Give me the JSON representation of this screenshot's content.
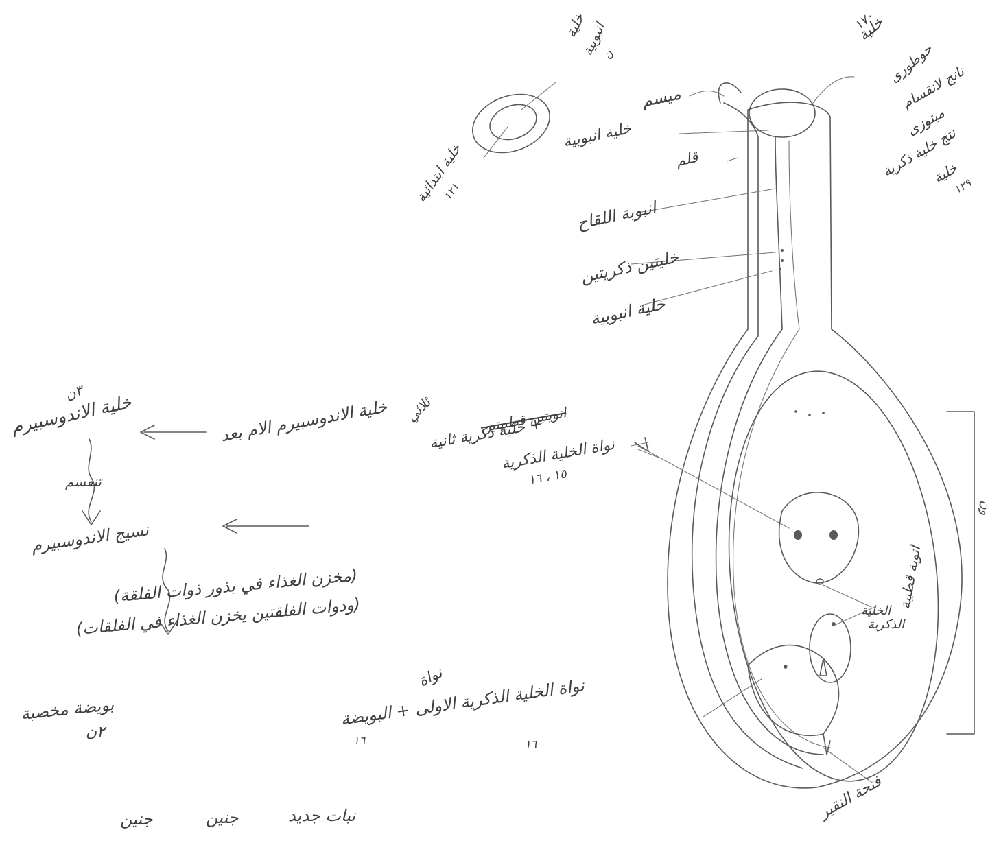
{
  "diagram": {
    "labels": {
      "polar_cell_num": "١٧٠",
      "polar_cell": "خلية",
      "polar_cell_2": "حوطورى",
      "polar_note_1": "ناتج لانقسام",
      "polar_note_2": "ميتوزى",
      "polar_note_3": "نتج خلية ذكرية",
      "polar_note_4": "خلية",
      "polar_note_num": "١٢٩",
      "tube_cell_top": "خلية",
      "tube_cell_top_2": "انبوبية",
      "tube_cell_top_num": "ن",
      "generative_cell_circle": "خلية ابتدائية",
      "generative_cell_circle_num": "١٢١",
      "stigma": "ميسم",
      "style": "قلم",
      "tube_cell": "خلية انبوبية",
      "pollen_tube": "انبوبة اللقاح",
      "male_gametes": "خليتين ذكريتين",
      "tube_nucleus": "خلية انبوبية",
      "fusion_left_title": "ثلاثي",
      "fusion_left_main": "خلية الاندوسبيرم الام بعد",
      "fusion_arrow_target": "خلية الاندوسبيرم",
      "fusion_num_top": "٣ن",
      "fusion_top_struck": "انويتين قطبيتين",
      "fusion_mid": "+ خلية ذكرية ثانية",
      "fusion_nuclei": "نواة الخلية الذكرية",
      "fusion_nums": "١٥ ، ١٦",
      "divides": "تنقسم",
      "endosperm_tissue": "نسيج الاندوسبيرم",
      "endosperm_note_1": "(مخزن الغذاء في بذور ذوات الفلقة)",
      "endosperm_note_2": "(ودوات الفلقتين يخزن الغذاء في الفلقات)",
      "polar_nuclei": "انوية قطبية",
      "egg_label_1": "الخلية",
      "egg_label_2": "الذكرية",
      "egg_nucleus_word": "نواة",
      "egg_fusion": "نواة الخلية الذكرية الاولى + البويضة",
      "egg_num_1": "١٦",
      "egg_num_2": "١٦",
      "zygote": "بويضة مخصبة",
      "zygote_num": "٢ن",
      "micropyle": "فتحة النقير",
      "new_plant": "نبات جديد",
      "embryo": "جنين",
      "embryo_2": "جنين",
      "side_mark": "ون"
    }
  }
}
